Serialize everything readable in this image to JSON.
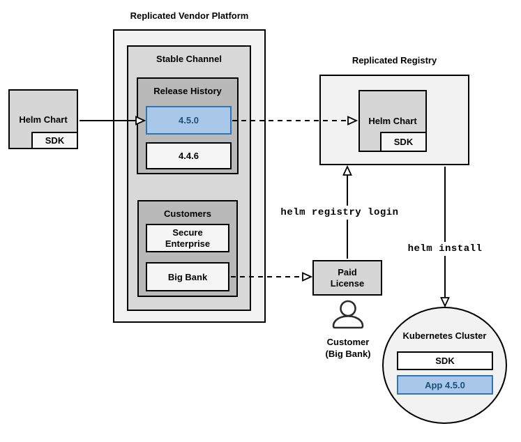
{
  "colors": {
    "highlight_fill": "#a9c7e8",
    "highlight_border": "#2d76b5",
    "highlight_text": "#1a4e7d",
    "container_light": "#f2f2f2",
    "container_mid": "#d8d8d8",
    "container_dark": "#b9b9b9"
  },
  "left_chart": {
    "label": "Helm Chart",
    "sdk_label": "SDK"
  },
  "vendor_platform": {
    "title": "Replicated Vendor Platform"
  },
  "stable_channel": {
    "title": "Stable Channel"
  },
  "release_history": {
    "title": "Release History",
    "releases": [
      {
        "version": "4.5.0",
        "highlighted": true
      },
      {
        "version": "4.4.6",
        "highlighted": false
      }
    ]
  },
  "customers": {
    "title": "Customers",
    "items": [
      {
        "name": "Secure\nEnterprise"
      },
      {
        "name": "Big Bank"
      }
    ]
  },
  "registry": {
    "title": "Replicated Registry",
    "chart_label": "Helm Chart",
    "sdk_label": "SDK"
  },
  "paid_license": {
    "label": "Paid\nLicense"
  },
  "customer_actor": {
    "name": "Customer",
    "detail": "(Big Bank)"
  },
  "commands": {
    "registry_login": "helm registry login",
    "install": "helm install"
  },
  "kubernetes": {
    "title": "Kubernetes Cluster",
    "sdk_label": "SDK",
    "app_label": "App 4.5.0"
  }
}
